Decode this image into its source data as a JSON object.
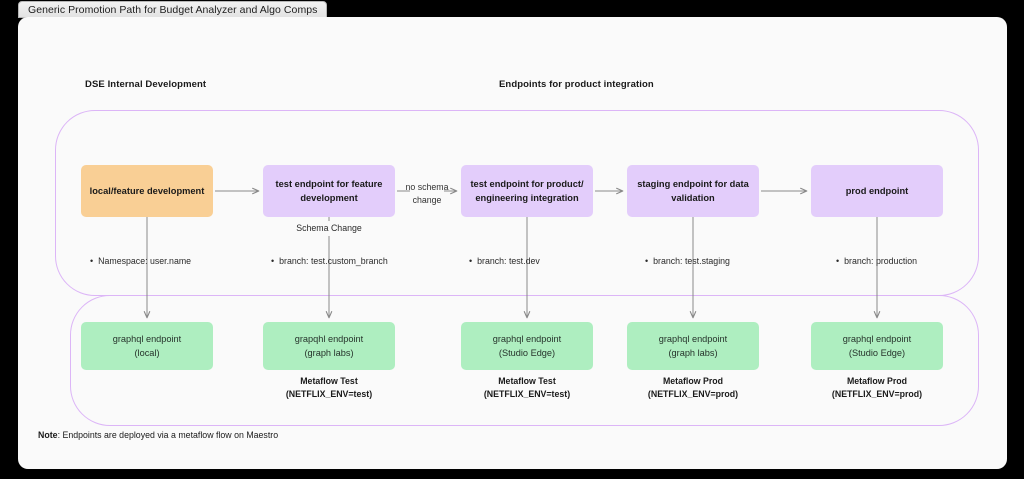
{
  "window": {
    "tab_title": "Generic Promotion Path for Budget Analyzer and Algo Comps"
  },
  "diagram": {
    "section_labels": {
      "left": "DSE Internal Development",
      "right": "Endpoints for product integration"
    },
    "pipeline": [
      {
        "id": "local",
        "label": "local/feature development",
        "color": "#f9cf95",
        "annotation": "Namespace: user.name",
        "endpoint": "graphql endpoint\n(local)",
        "endpoint_line1": "graphql endpoint",
        "endpoint_line2": "(local)",
        "metaflow": ""
      },
      {
        "id": "test-feature",
        "label": "test endpoint for feature development",
        "color": "#e3cdfb",
        "annotation": "branch: test.custom_branch",
        "endpoint_line1": "grapqhl endpoint",
        "endpoint_line2": "(graph labs)",
        "metaflow_line1": "Metaflow Test",
        "metaflow_line2": "(NETFLIX_ENV=test)"
      },
      {
        "id": "test-product",
        "label": "test endpoint for product/ engineering integration",
        "color": "#e3cdfb",
        "annotation": "branch: test.dev",
        "endpoint_line1": "graphql endpoint",
        "endpoint_line2": "(Studio Edge)",
        "metaflow_line1": "Metaflow Test",
        "metaflow_line2": "(NETFLIX_ENV=test)"
      },
      {
        "id": "staging",
        "label": "staging endpoint for data validation",
        "color": "#e3cdfb",
        "annotation": "branch: test.staging",
        "endpoint_line1": "graphql endpoint",
        "endpoint_line2": "(graph labs)",
        "metaflow_line1": "Metaflow Prod",
        "metaflow_line2": "(NETFLIX_ENV=prod)"
      },
      {
        "id": "prod",
        "label": "prod endpoint",
        "color": "#e3cdfb",
        "annotation": "branch: production",
        "endpoint_line1": "graphql endpoint",
        "endpoint_line2": "(Studio Edge)",
        "metaflow_line1": "Metaflow Prod",
        "metaflow_line2": "(NETFLIX_ENV=prod)"
      }
    ],
    "edge_labels": {
      "schema_change": "Schema Change",
      "no_schema_change_line1": "no schema",
      "no_schema_change_line2": "change"
    },
    "note": {
      "key": "Note",
      "text": ": Endpoints are deployed via a metaflow flow on Maestro"
    },
    "colors": {
      "orange": "#f9cf95",
      "purple": "#e3cdfb",
      "green": "#aeeec0",
      "group_border": "#dcb5f7",
      "connector": "#8a8a8a",
      "canvas": "#fafafa"
    }
  }
}
